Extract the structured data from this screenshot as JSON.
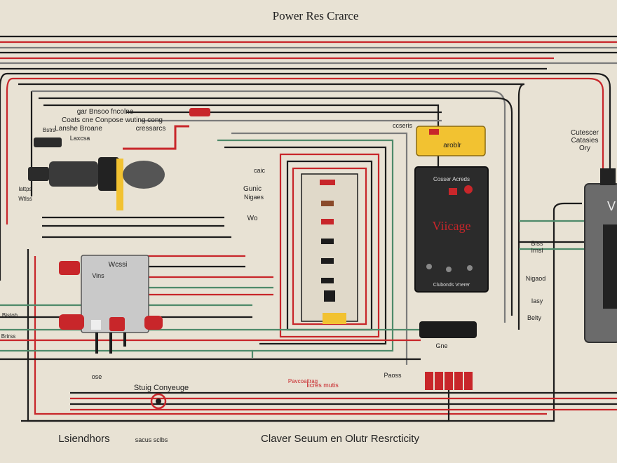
{
  "title": "Power Res Crarce",
  "colors": {
    "background": "#e8e2d4",
    "wire_red": "#c8262a",
    "wire_black": "#1c1c1c",
    "wire_green": "#4e8a6a",
    "wire_gray": "#7b7b7b",
    "module_yellow": "#f2c231",
    "meter_body": "#2b2b2b",
    "breaker_gray": "#c9c9c9"
  },
  "labels": {
    "top_left_1": "gar Bnsoo fncolne",
    "top_left_2": "Coats cne Conpose wuting cong",
    "top_left_3": "Lanshe Broane",
    "top_left_4": "cressarcs",
    "left_1": "Bstrs",
    "left_2": "Laxcsa",
    "left_3": "lattps",
    "left_4": "Wtlss",
    "left_5": "Bistoh",
    "left_6": "Brirss",
    "mid_1": "caic",
    "mid_2": "Gunic",
    "mid_3": "Nigaes",
    "mid_4": "Wo",
    "right_top_1": "ccseris",
    "right_1": "Cutescer",
    "right_2": "Catasies",
    "right_3": "Ory",
    "right_4": "Blss",
    "right_5": "Irnsl",
    "right_6": "Nigaod",
    "right_7": "Iasy",
    "right_8": "Belty",
    "bottom_1": "Stuig Conyeuge",
    "bottom_2": "Pavcoaitrag",
    "bottom_3": "Iicres mutis",
    "bottom_4": "Paoss",
    "bottom_5": "Gne",
    "bottom_6": "ose",
    "bottom_left": "Lsiendhors",
    "bottom_left_small": "sacus sclbs",
    "bottom_center": "Claver Seuum en Olutr Resrcticity"
  },
  "breaker": {
    "label": "Wcssi",
    "sublabel": "Vins"
  },
  "meter": {
    "header": "Cosser Acreds",
    "display": "Viicage",
    "footer": "Clubonds Vnerer"
  },
  "yellow_module": {
    "label": "aroblr"
  },
  "right_device": {
    "label": "V"
  }
}
